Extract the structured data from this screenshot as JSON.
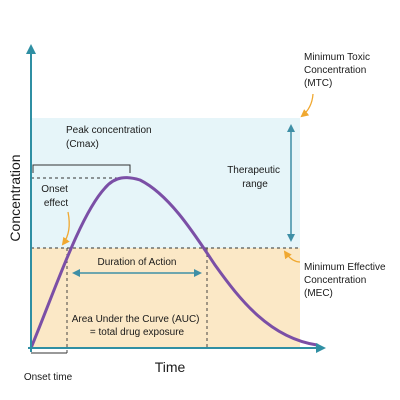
{
  "colors": {
    "therapeutic_zone": "#e6f5f9",
    "sub_therapeutic_zone": "#fbe8c6",
    "curve": "#7b4fa6",
    "axis": "#2f8fa3",
    "arrow": "#3e8fa6",
    "callout_arrow": "#f0a830",
    "dashed_line": "#333333",
    "text": "#1a1a1a"
  },
  "axes": {
    "x_title": "Time",
    "y_title": "Concentration"
  },
  "labels": {
    "mtc": [
      "Minimum Toxic",
      "Concentration",
      "(MTC)"
    ],
    "peak": [
      "Peak concentration",
      "(Cmax)"
    ],
    "therapeutic_range": [
      "Therapeutic",
      "range"
    ],
    "onset_effect": [
      "Onset",
      "effect"
    ],
    "duration": "Duration of Action",
    "mec": [
      "Minimum Effective",
      "Concentration",
      "(MEC)"
    ],
    "auc": [
      "Area Under the Curve (AUC)",
      "= total drug exposure"
    ],
    "onset_time": "Onset time"
  }
}
